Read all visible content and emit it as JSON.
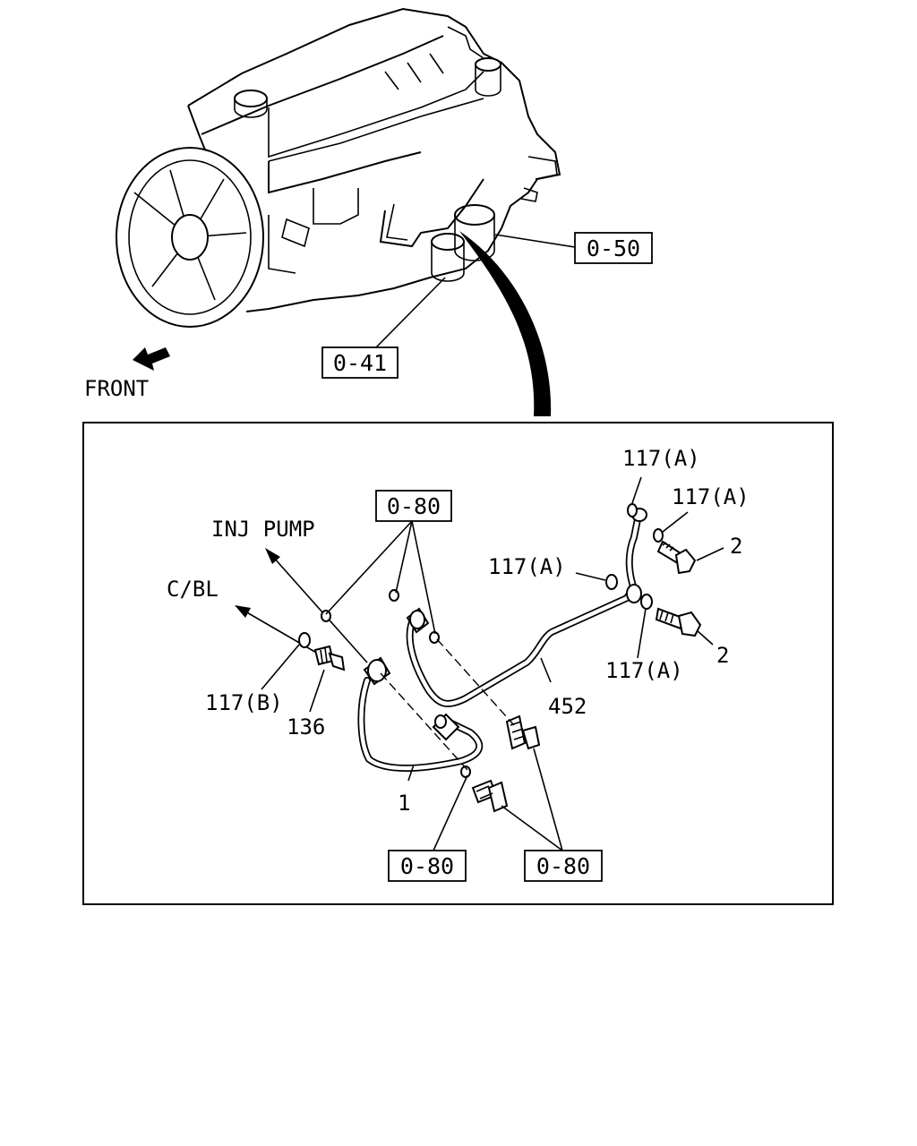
{
  "direction": {
    "front": "FRONT",
    "inj_pump": "INJ PUMP",
    "c_bl": "C/BL"
  },
  "references": {
    "top_right": "0-50",
    "top_left": "0-41",
    "detail_top": "0-80",
    "detail_bottom_left": "0-80",
    "detail_bottom_right": "0-80"
  },
  "callouts": {
    "washer_a_1": "117(A)",
    "washer_a_2": "117(A)",
    "washer_a_3": "117(A)",
    "washer_a_4": "117(A)",
    "washer_b": "117(B)",
    "bolt_upper": "2",
    "bolt_lower": "2",
    "pipe_452": "452",
    "connector_136": "136",
    "pipe_1": "1"
  }
}
